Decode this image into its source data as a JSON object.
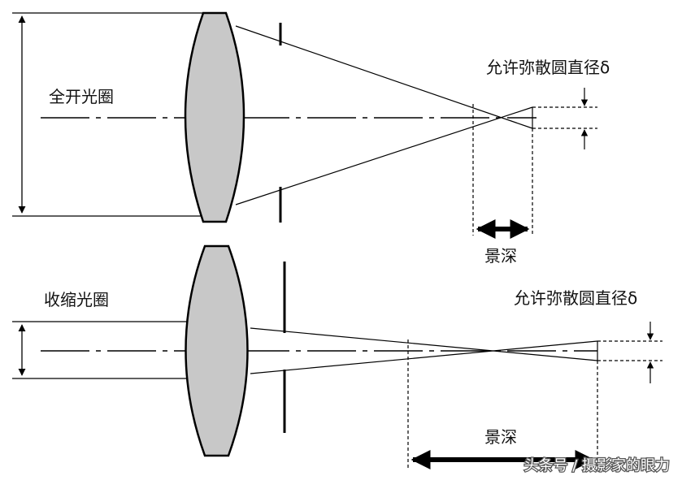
{
  "top": {
    "aperture_label": "全开光圈",
    "coc_label": "允许弥散圆直径δ",
    "dof_label": "景深"
  },
  "bottom": {
    "aperture_label": "收缩光圈",
    "coc_label": "允许弥散圆直径δ",
    "dof_label": "景深"
  },
  "watermark": "头条号 / 摄影家的眼力",
  "colors": {
    "lens_fill": "#c8c8c8",
    "stroke": "#000000",
    "background": "#ffffff"
  }
}
